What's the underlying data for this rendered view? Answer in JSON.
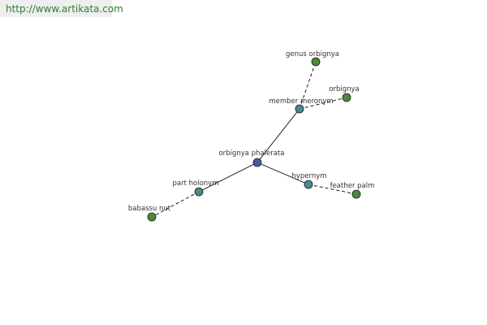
{
  "site": {
    "url": "http://www.artikata.com"
  },
  "graph": {
    "nodes": [
      {
        "id": "center",
        "label": "orbignya phalerata",
        "kind": "center"
      },
      {
        "id": "member",
        "label": "member meronym",
        "kind": "relation"
      },
      {
        "id": "genus",
        "label": "genus orbignya",
        "kind": "leaf"
      },
      {
        "id": "orbignya",
        "label": "orbignya",
        "kind": "leaf"
      },
      {
        "id": "part",
        "label": "part holonym",
        "kind": "relation"
      },
      {
        "id": "babassu",
        "label": "babassu nut",
        "kind": "leaf"
      },
      {
        "id": "hyper",
        "label": "hypernym",
        "kind": "relation"
      },
      {
        "id": "feather",
        "label": "feather palm",
        "kind": "leaf"
      }
    ],
    "edges": [
      {
        "from": "center",
        "to": "member",
        "style": "solid"
      },
      {
        "from": "center",
        "to": "part",
        "style": "solid"
      },
      {
        "from": "center",
        "to": "hyper",
        "style": "solid"
      },
      {
        "from": "member",
        "to": "genus",
        "style": "dashed"
      },
      {
        "from": "member",
        "to": "orbignya",
        "style": "dashed"
      },
      {
        "from": "part",
        "to": "babassu",
        "style": "dashed"
      },
      {
        "from": "hyper",
        "to": "feather",
        "style": "dashed"
      }
    ]
  },
  "colors": {
    "center": "#4a5a9a",
    "relation": "#4a8a8a",
    "leaf": "#4a8a3a",
    "edge": "#000000"
  }
}
